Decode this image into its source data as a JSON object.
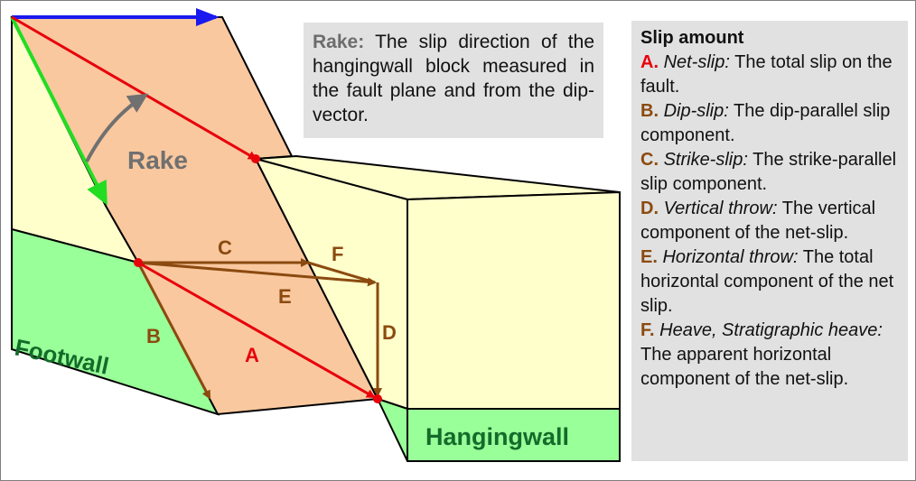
{
  "diagram": {
    "labels": {
      "rake": "Rake",
      "footwall": "Footwall",
      "hangingwall": "Hangingwall",
      "a": "A",
      "b": "B",
      "c": "C",
      "d": "D",
      "e": "E",
      "f": "F"
    },
    "colors": {
      "fault_plane": "#f9c89f",
      "block_top": "#ffffcc",
      "footwall_side": "#99ff99",
      "net_slip": "#e8000b",
      "components": "#8b4a0f",
      "dip_vector": "#22dd22",
      "strike": "#1a1aee",
      "rake_arc": "#707070"
    }
  },
  "rake_box": {
    "term": "Rake:",
    "text": " The slip direction of the hangingwall block measured in the fault plane and from the dip-vector."
  },
  "slip_box": {
    "heading": "Slip amount",
    "items": [
      {
        "letter": "A.",
        "term": "Net-slip:",
        "text": " The total slip on the fault."
      },
      {
        "letter": "B.",
        "term": "Dip-slip:",
        "text": " The dip-parallel slip component."
      },
      {
        "letter": "C.",
        "term": "Strike-slip:",
        "text": " The strike-parallel slip component."
      },
      {
        "letter": "D.",
        "term": "Vertical throw:",
        "text": " The vertical component of the net-slip."
      },
      {
        "letter": "E.",
        "term": "Horizontal throw:",
        "text": " The total horizontal component of the net slip."
      },
      {
        "letter": "F.",
        "term": "Heave, Stratigraphic heave:",
        "text": " The apparent horizontal component of the net-slip."
      }
    ]
  }
}
